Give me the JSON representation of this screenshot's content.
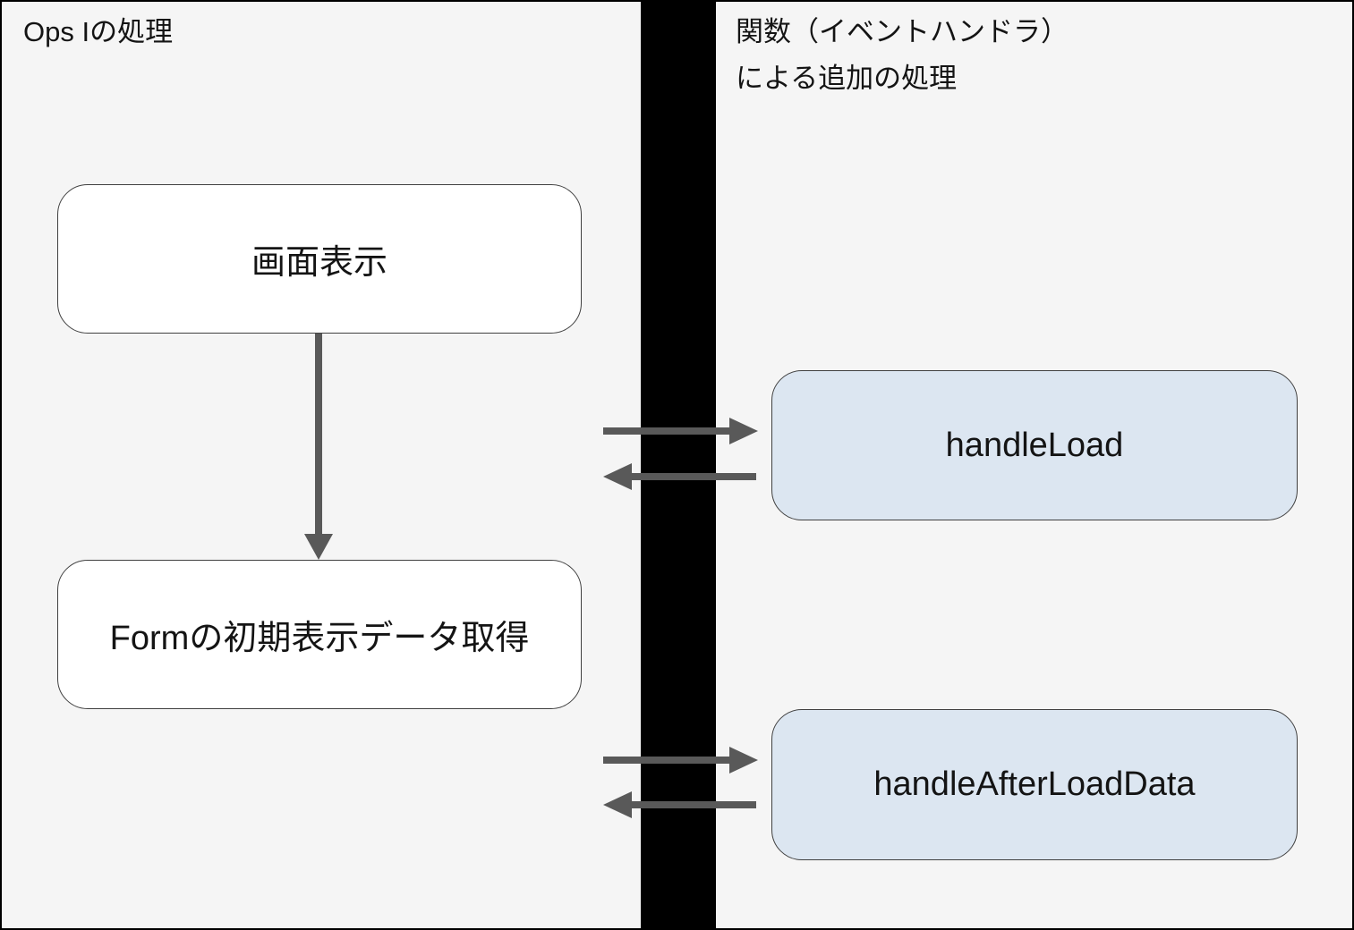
{
  "diagram": {
    "left_lane": {
      "title": "Ops Iの処理",
      "boxes": [
        {
          "label": "画面表示"
        },
        {
          "label": "Formの初期表示データ取得"
        }
      ]
    },
    "right_lane": {
      "title_line1": "関数（イベントハンドラ）",
      "title_line2": "による追加の処理",
      "boxes": [
        {
          "label": "handleLoad"
        },
        {
          "label": "handleAfterLoadData"
        }
      ]
    },
    "arrows": [
      {
        "name": "screen-display-to-form-initial-data",
        "direction": "down"
      },
      {
        "name": "call-handleload",
        "direction": "right"
      },
      {
        "name": "return-handleload",
        "direction": "left"
      },
      {
        "name": "call-handleafterloaddata",
        "direction": "right"
      },
      {
        "name": "return-handleafterloaddata",
        "direction": "left"
      }
    ],
    "colors": {
      "background": "#f5f5f5",
      "divider_bar": "#000000",
      "process_box_fill": "#ffffff",
      "handler_box_fill": "#dce6f1",
      "box_border": "#404040",
      "arrow": "#595959",
      "text": "#141414"
    }
  }
}
